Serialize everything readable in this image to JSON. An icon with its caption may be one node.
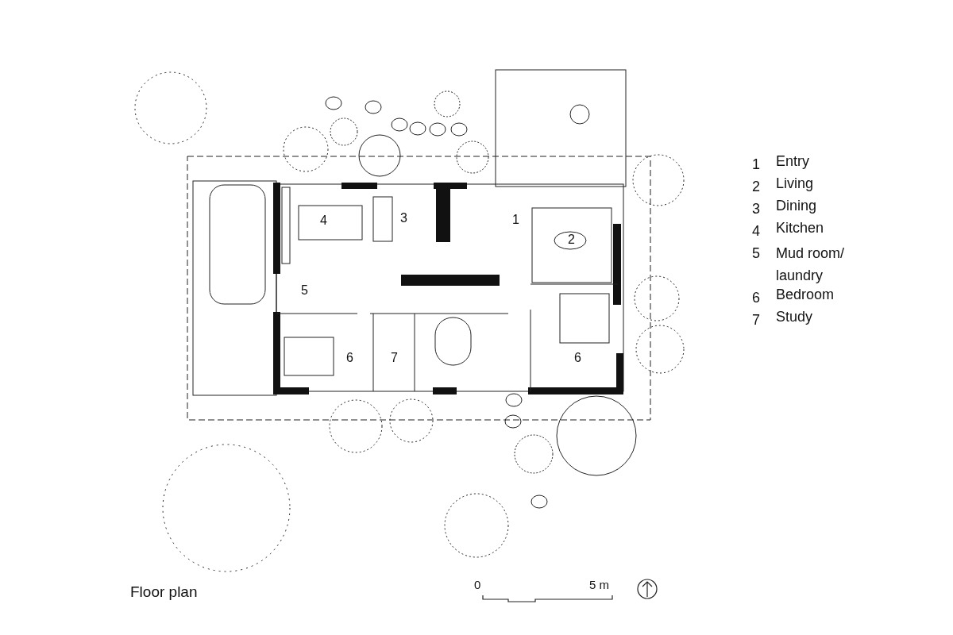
{
  "diagram": {
    "caption": "Floor plan",
    "labels": [
      "4",
      "3",
      "1",
      "2",
      "5",
      "6",
      "7",
      "6",
      "1",
      "Entry",
      "2",
      "Living",
      "3",
      "Dining",
      "4",
      "Kitchen",
      "5",
      "Mud room/ laundry",
      "6",
      "Bedroom",
      "7",
      "Study",
      "0",
      "5 m"
    ]
  }
}
